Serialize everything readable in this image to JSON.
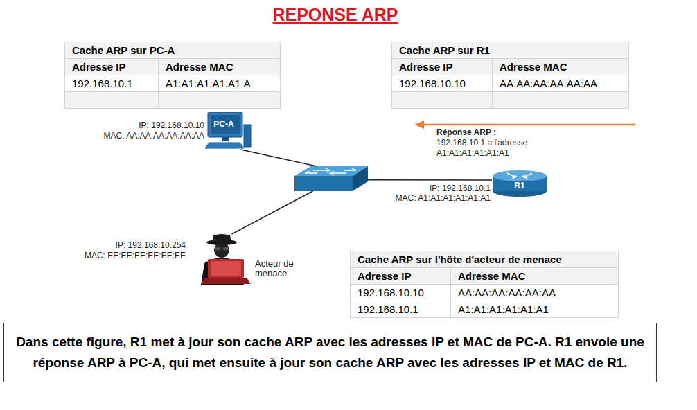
{
  "diagram": {
    "title": "REPONSE ARP",
    "caption": "Dans cette figure, R1 met à jour son cache ARP avec les adresses IP et MAC de PC-A. R1 envoie une réponse ARP à PC-A, qui met ensuite à jour son cache ARP avec les adresses IP et MAC de R1.",
    "nodes": [
      {
        "text": [
          "Cache ARP sur PC-A"
        ]
      },
      {
        "text": [
          "Cache ARP sur R1"
        ]
      },
      {
        "text": [
          "PC-A",
          "IP: 192.168.10.10",
          "MAC: AA:AA:AA:AA:AA:AA"
        ]
      },
      {
        "text": []
      },
      {
        "text": [
          "R1",
          "IP: 192.168.10.1",
          "MAC: A1:A1:A1:A1:A1:A1"
        ]
      },
      {
        "text": [
          "IP: 192.168.10.254",
          "MAC: EE:EE:EE:EE:EE:EE",
          "Acteur de menace"
        ]
      },
      {
        "text": [
          "Cache ARP sur l'hôte d'acteur de menace"
        ]
      }
    ],
    "edges": [
      {
        "from": 2,
        "to": 3,
        "arrow": "none"
      },
      {
        "from": 3,
        "to": 4,
        "arrow": "none"
      },
      {
        "from": 3,
        "to": 5,
        "arrow": "none"
      }
    ],
    "labels": [
      "Adresse IP",
      "Adresse MAC",
      "192.168.10.1",
      "A1:A1:A1:A1:A1:A",
      "Adresse IP",
      "Adresse MAC",
      "192.168.10.10",
      "AA:AA:AA:AA:AA:AA",
      "Réponse ARP :",
      "192.168.10.1 a l'adresse A1:A1:A1:A1:A1:A1",
      "Adresse IP",
      "Adresse MAC",
      "192.168.10.10",
      "AA:AA:AA:AA:AA:AA",
      "192.168.10.1",
      "A1:A1:A1:A1:A1:A1"
    ]
  }
}
